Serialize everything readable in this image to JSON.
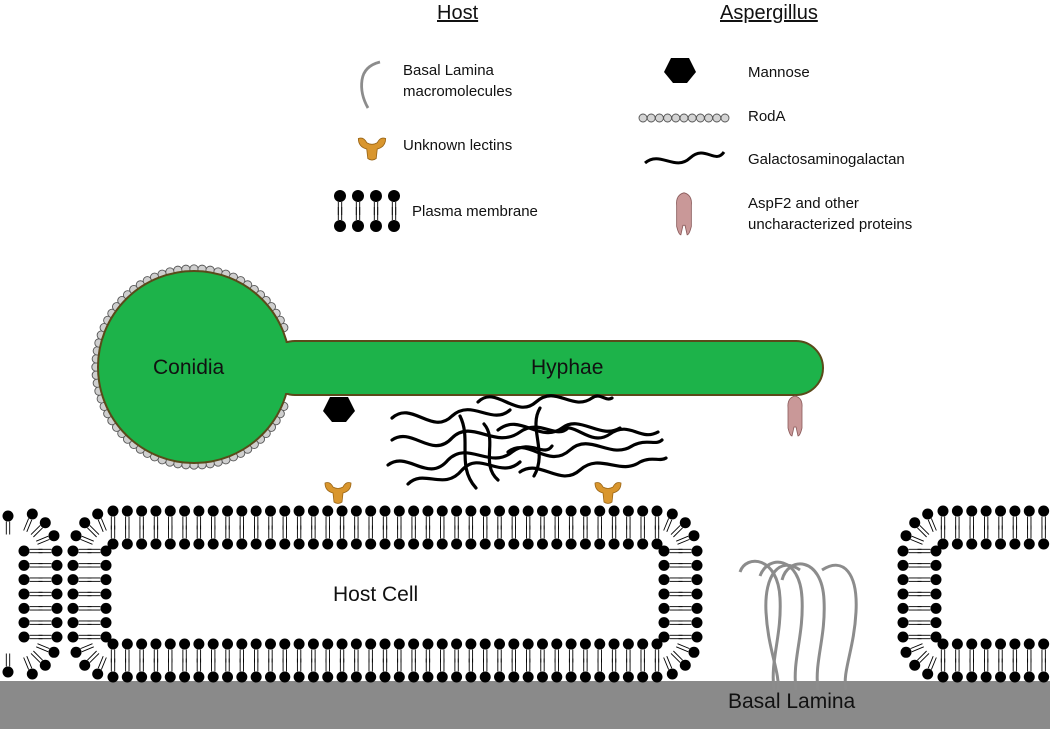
{
  "legend": {
    "host_header": "Host",
    "aspergillus_header": "Aspergillus",
    "host_items": {
      "basal_lamina_macromolecules": [
        "Basal Lamina",
        "macromolecules"
      ],
      "unknown_lectins": "Unknown lectins",
      "plasma_membrane": "Plasma membrane"
    },
    "aspergillus_items": {
      "mannose": "Mannose",
      "roda": "RodA",
      "galactosaminogalactan": "Galactosaminogalactan",
      "aspf2": [
        "AspF2 and other",
        "uncharacterized proteins"
      ]
    }
  },
  "labels": {
    "conidia": "Conidia",
    "hyphae": "Hyphae",
    "host_cell": "Host Cell",
    "basal_lamina": "Basal Lamina"
  },
  "colors": {
    "fungus_green": "#1db34a",
    "fungus_outline": "#5a4a1a",
    "lectin_orange": "#d9962e",
    "aspf2_pink": "#c99898",
    "membrane_black": "#000000",
    "lamina_fiber_gray": "#8c8c8c",
    "basal_lamina_gray": "#8a8a8a"
  }
}
